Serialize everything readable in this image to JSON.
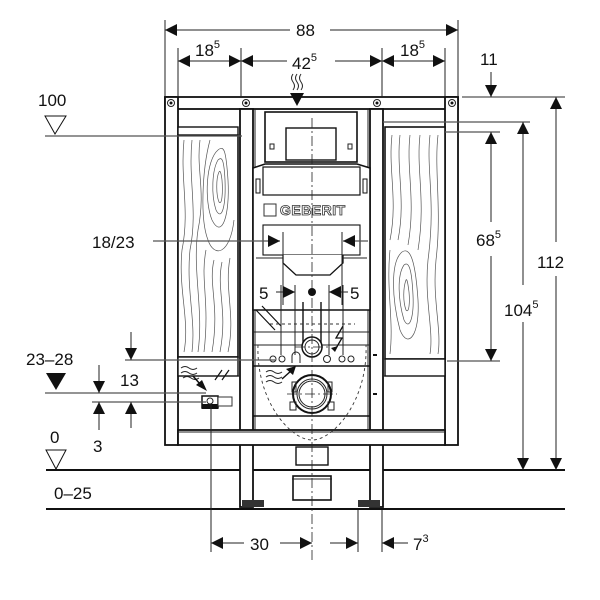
{
  "drawing": {
    "title": "Geberit installation element – front elevation with dimensions",
    "brand_label": "GEBERIT",
    "unit": "cm",
    "colors": {
      "line": "#111111",
      "guide": "#555555",
      "background": "#ffffff"
    },
    "top_dimensions": {
      "overall_width": {
        "main": "88",
        "sup": ""
      },
      "left_side": {
        "main": "18",
        "sup": "5"
      },
      "center": {
        "main": "42",
        "sup": "5"
      },
      "right_side": {
        "main": "18",
        "sup": "5"
      }
    },
    "right_dimensions": {
      "top_offset": {
        "main": "11",
        "sup": ""
      },
      "cistern_height": {
        "main": "68",
        "sup": "5"
      },
      "inner_height": {
        "main": "104",
        "sup": "5"
      },
      "overall_height": {
        "main": "112",
        "sup": ""
      }
    },
    "left_dimensions": {
      "level_top": {
        "main": "100"
      },
      "flush_pipe": {
        "main": "18/23"
      },
      "level_pan": {
        "main": "23–28"
      },
      "drain_offset": {
        "main": "13"
      },
      "supply_offset": {
        "main": "3"
      },
      "level_floor": {
        "main": "0"
      },
      "floor_build_up": {
        "main": "0–25"
      }
    },
    "center_dimensions": {
      "left_bolt": {
        "main": "5"
      },
      "right_bolt": {
        "main": "5"
      }
    },
    "bottom_dimensions": {
      "supply_to_axis": {
        "main": "30",
        "sup": ""
      },
      "foot_width": {
        "main": "7",
        "sup": "3"
      }
    },
    "icons": [
      "water-supply-icon",
      "electrical-icon",
      "waste-heat-icon",
      "level-marker-icon"
    ]
  }
}
